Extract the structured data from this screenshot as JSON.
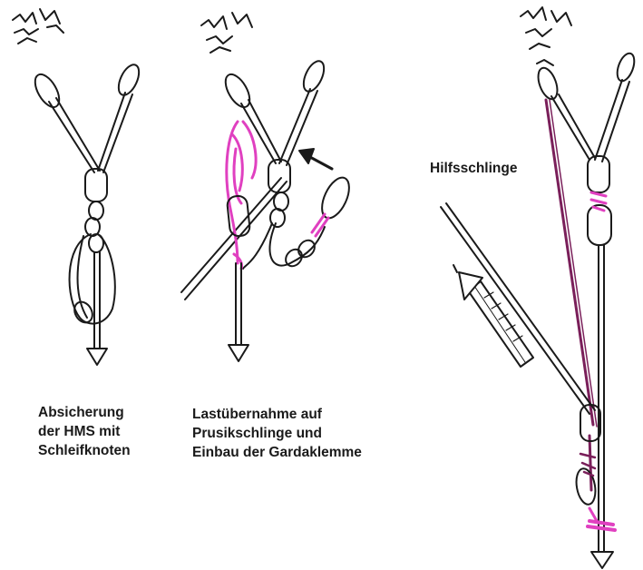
{
  "captions": {
    "panel1": [
      "Absicherung",
      "der HMS mit",
      "Schleifknoten"
    ],
    "panel2": [
      "Lastübernahme auf",
      "Prusikschlinge und",
      "Einbau der Gardaklemme"
    ],
    "panel3": "Hilfsschlinge"
  },
  "colors": {
    "ink": "#1a1a1a",
    "prusik_pink": "#e040c0",
    "cord_purple": "#7a1f5a",
    "background": "#ffffff"
  }
}
